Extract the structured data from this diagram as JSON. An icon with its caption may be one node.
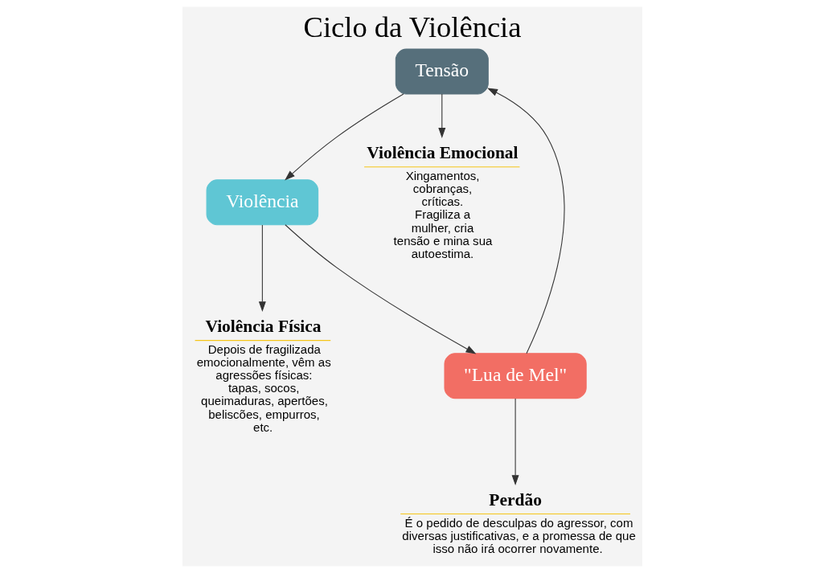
{
  "diagram": {
    "title": "Ciclo da Violência",
    "nodes": [
      {
        "text": [
          "Tensão"
        ]
      },
      {
        "text": [
          "Violência"
        ]
      },
      {
        "text": [
          "\"Lua de Mel\""
        ]
      },
      {
        "text": [
          "Violência Emocional",
          "Xingamentos, cobranças, críticas. Fragiliza a mulher, cria tensão e mina sua autoestima."
        ]
      },
      {
        "text": [
          "Violência Física",
          "Depois de fragilizada emocionalmente, vêm as agressões físicas: tapas, socos, queimaduras, apertões, beliscões, empurros, etc."
        ]
      },
      {
        "text": [
          "Perdão",
          "É o pedido de desculpas do agressor, com diversas justificativas, e a promessa de que isso não irá ocorrer novamente."
        ]
      }
    ],
    "edges": [
      {
        "from": 0,
        "to": 1,
        "arrow": "to"
      },
      {
        "from": 1,
        "to": 2,
        "arrow": "to"
      },
      {
        "from": 2,
        "to": 0,
        "arrow": "to"
      },
      {
        "from": 0,
        "to": 3,
        "arrow": "to"
      },
      {
        "from": 1,
        "to": 4,
        "arrow": "to"
      },
      {
        "from": 2,
        "to": 5,
        "arrow": "to"
      }
    ]
  }
}
